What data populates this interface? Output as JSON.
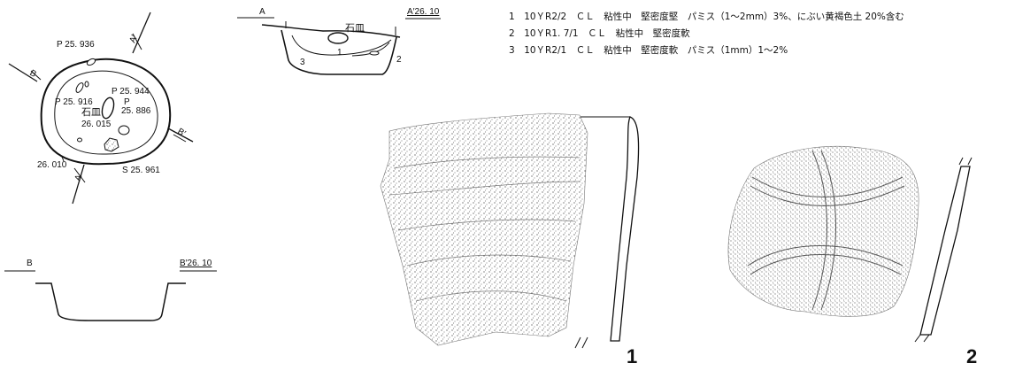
{
  "plan": {
    "points": [
      {
        "id": "p1",
        "label": "P 25. 936"
      },
      {
        "id": "p2",
        "label": "P 25. 944"
      },
      {
        "id": "p3",
        "label": "P 25. 916"
      },
      {
        "id": "p4",
        "label": "P"
      },
      {
        "id": "p5",
        "label": "25. 886"
      },
      {
        "id": "stone",
        "label": "石皿"
      },
      {
        "id": "stone_elev",
        "label": "26. 015"
      },
      {
        "id": "corner",
        "label": "26. 010"
      },
      {
        "id": "s",
        "label": "S 25. 961"
      }
    ],
    "section_marks": {
      "A": "A",
      "A_prime": "A′",
      "B": "B",
      "B_prime": "B′"
    }
  },
  "section_a": {
    "left": "A",
    "right": "A′26. 10",
    "stone": "石皿",
    "layers": [
      "1",
      "2",
      "3"
    ]
  },
  "section_b": {
    "left": "B",
    "right": "B′26. 10"
  },
  "legend": [
    {
      "num": "1",
      "text": "10ＹR2/2　ＣＬ　粘性中　堅密度堅　パミス（1～2mm）3%、にぶい黄褐色土 20%含む"
    },
    {
      "num": "2",
      "text": "10ＹR1. 7/1　ＣＬ　粘性中　堅密度軟"
    },
    {
      "num": "3",
      "text": "10ＹR2/1　ＣＬ　粘性中　堅密度軟　パミス（1mm）1～2%"
    }
  ],
  "artifacts": [
    {
      "num": "1"
    },
    {
      "num": "2"
    }
  ]
}
